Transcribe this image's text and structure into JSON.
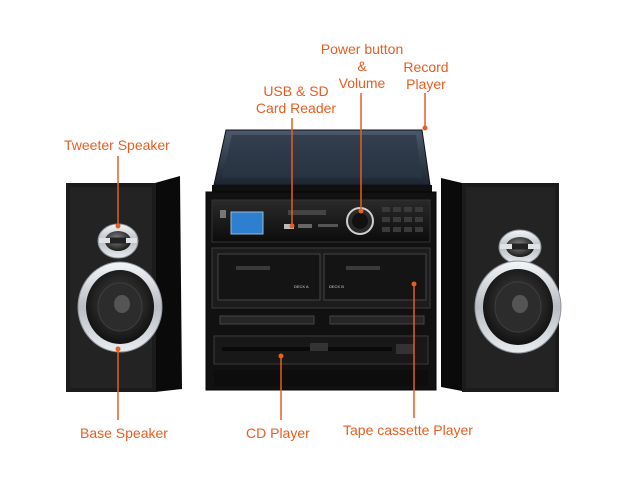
{
  "labels": {
    "power": [
      "Power button",
      "&",
      "Volume"
    ],
    "record": [
      "Record",
      "Player"
    ],
    "usb": [
      "USB & SD",
      "Card Reader"
    ],
    "tweeter": "Tweeter Speaker",
    "base": "Base Speaker",
    "cd": "CD Player",
    "tape": "Tape cassette Player"
  },
  "device_text": {
    "deck_a": "DECK A",
    "deck_b": "DECK B"
  },
  "colors": {
    "accent": "#e85d22",
    "cabinet": "#151515",
    "chrome": "#cfd3d8",
    "lcd": "#2f7fd0"
  }
}
